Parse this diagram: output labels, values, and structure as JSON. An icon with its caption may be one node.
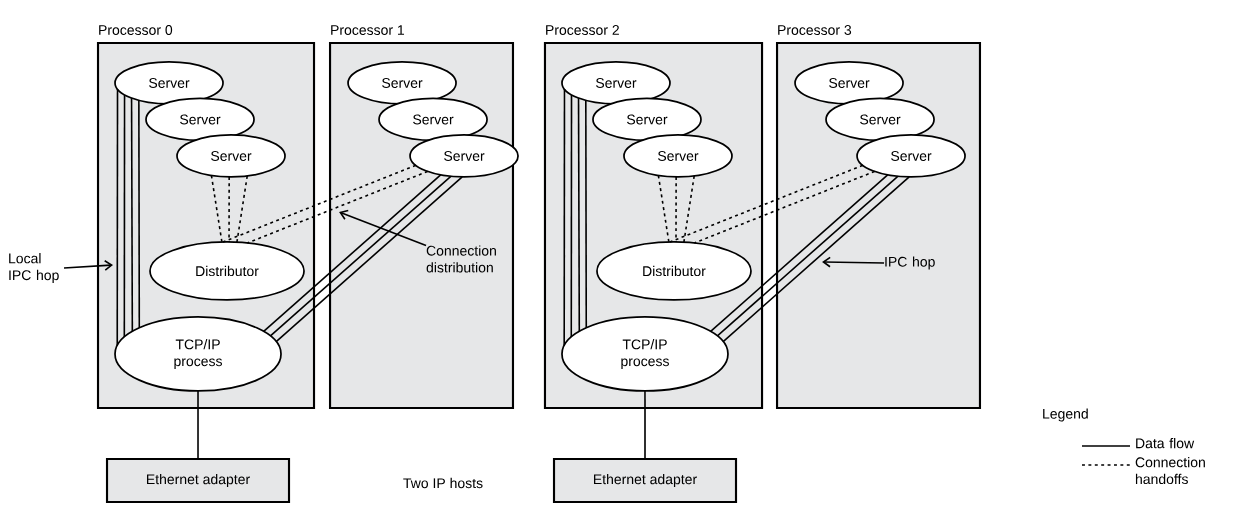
{
  "diagram": {
    "nodes": [
      {
        "text": [
          "Processor 0"
        ]
      },
      {
        "text": [
          "Server"
        ],
        "in": 0
      },
      {
        "text": [
          "Server"
        ],
        "in": 0
      },
      {
        "text": [
          "Server"
        ],
        "in": 0
      },
      {
        "text": [
          "Distributor"
        ],
        "in": 0
      },
      {
        "text": [
          "TCP/IP process"
        ],
        "in": 0
      },
      {
        "text": [
          "Processor 1"
        ]
      },
      {
        "text": [
          "Server"
        ],
        "in": 6
      },
      {
        "text": [
          "Server"
        ],
        "in": 6
      },
      {
        "text": [
          "Server"
        ],
        "in": 6
      },
      {
        "text": [
          "Processor 2"
        ]
      },
      {
        "text": [
          "Server"
        ],
        "in": 10
      },
      {
        "text": [
          "Server"
        ],
        "in": 10
      },
      {
        "text": [
          "Server"
        ],
        "in": 10
      },
      {
        "text": [
          "Distributor"
        ],
        "in": 10
      },
      {
        "text": [
          "TCP/IP process"
        ],
        "in": 10
      },
      {
        "text": [
          "Processor 3"
        ]
      },
      {
        "text": [
          "Server"
        ],
        "in": 16
      },
      {
        "text": [
          "Server"
        ],
        "in": 16
      },
      {
        "text": [
          "Server"
        ],
        "in": 16
      },
      {
        "text": [
          "Ethernet adapter"
        ]
      },
      {
        "text": [
          "Ethernet adapter"
        ]
      },
      {
        "text": [
          "Local IPC hop"
        ]
      },
      {
        "text": [
          "Connection distribution"
        ],
        "in": 6
      },
      {
        "text": [
          "IPC hop"
        ],
        "in": 16
      }
    ],
    "edges": [
      {
        "from": 1,
        "to": 5,
        "arrow": "none"
      },
      {
        "from": 1,
        "to": 5,
        "arrow": "none"
      },
      {
        "from": 1,
        "to": 5,
        "arrow": "none"
      },
      {
        "from": 1,
        "to": 5,
        "arrow": "none"
      },
      {
        "from": 3,
        "to": 4,
        "arrow": "none",
        "style": "dashed"
      },
      {
        "from": 3,
        "to": 4,
        "arrow": "none",
        "style": "dashed"
      },
      {
        "from": 3,
        "to": 4,
        "arrow": "none",
        "style": "dashed"
      },
      {
        "from": 9,
        "to": 4,
        "arrow": "none",
        "style": "dashed"
      },
      {
        "from": 9,
        "to": 4,
        "arrow": "none",
        "style": "dashed"
      },
      {
        "from": 9,
        "to": 5,
        "arrow": "none"
      },
      {
        "from": 9,
        "to": 5,
        "arrow": "none"
      },
      {
        "from": 9,
        "to": 5,
        "arrow": "none"
      },
      {
        "from": 11,
        "to": 15,
        "arrow": "none"
      },
      {
        "from": 11,
        "to": 15,
        "arrow": "none"
      },
      {
        "from": 11,
        "to": 15,
        "arrow": "none"
      },
      {
        "from": 11,
        "to": 15,
        "arrow": "none"
      },
      {
        "from": 13,
        "to": 14,
        "arrow": "none",
        "style": "dashed"
      },
      {
        "from": 13,
        "to": 14,
        "arrow": "none",
        "style": "dashed"
      },
      {
        "from": 13,
        "to": 14,
        "arrow": "none",
        "style": "dashed"
      },
      {
        "from": 19,
        "to": 14,
        "arrow": "none",
        "style": "dashed"
      },
      {
        "from": 19,
        "to": 14,
        "arrow": "none",
        "style": "dashed"
      },
      {
        "from": 19,
        "to": 15,
        "arrow": "none"
      },
      {
        "from": 19,
        "to": 15,
        "arrow": "none"
      },
      {
        "from": 19,
        "to": 15,
        "arrow": "none"
      },
      {
        "from": 5,
        "to": 20,
        "arrow": "none"
      },
      {
        "from": 15,
        "to": 21,
        "arrow": "none"
      },
      {
        "from": 22,
        "to": 0,
        "arrow": "to"
      },
      {
        "from": 23,
        "to": 6,
        "arrow": "to"
      },
      {
        "from": 24,
        "to": 16,
        "arrow": "to"
      }
    ],
    "labels": [
      "Two IP hosts",
      "Legend"
    ],
    "legend": [
      {
        "text": "Data flow"
      },
      {
        "text": "Connection handoffs"
      }
    ]
  }
}
